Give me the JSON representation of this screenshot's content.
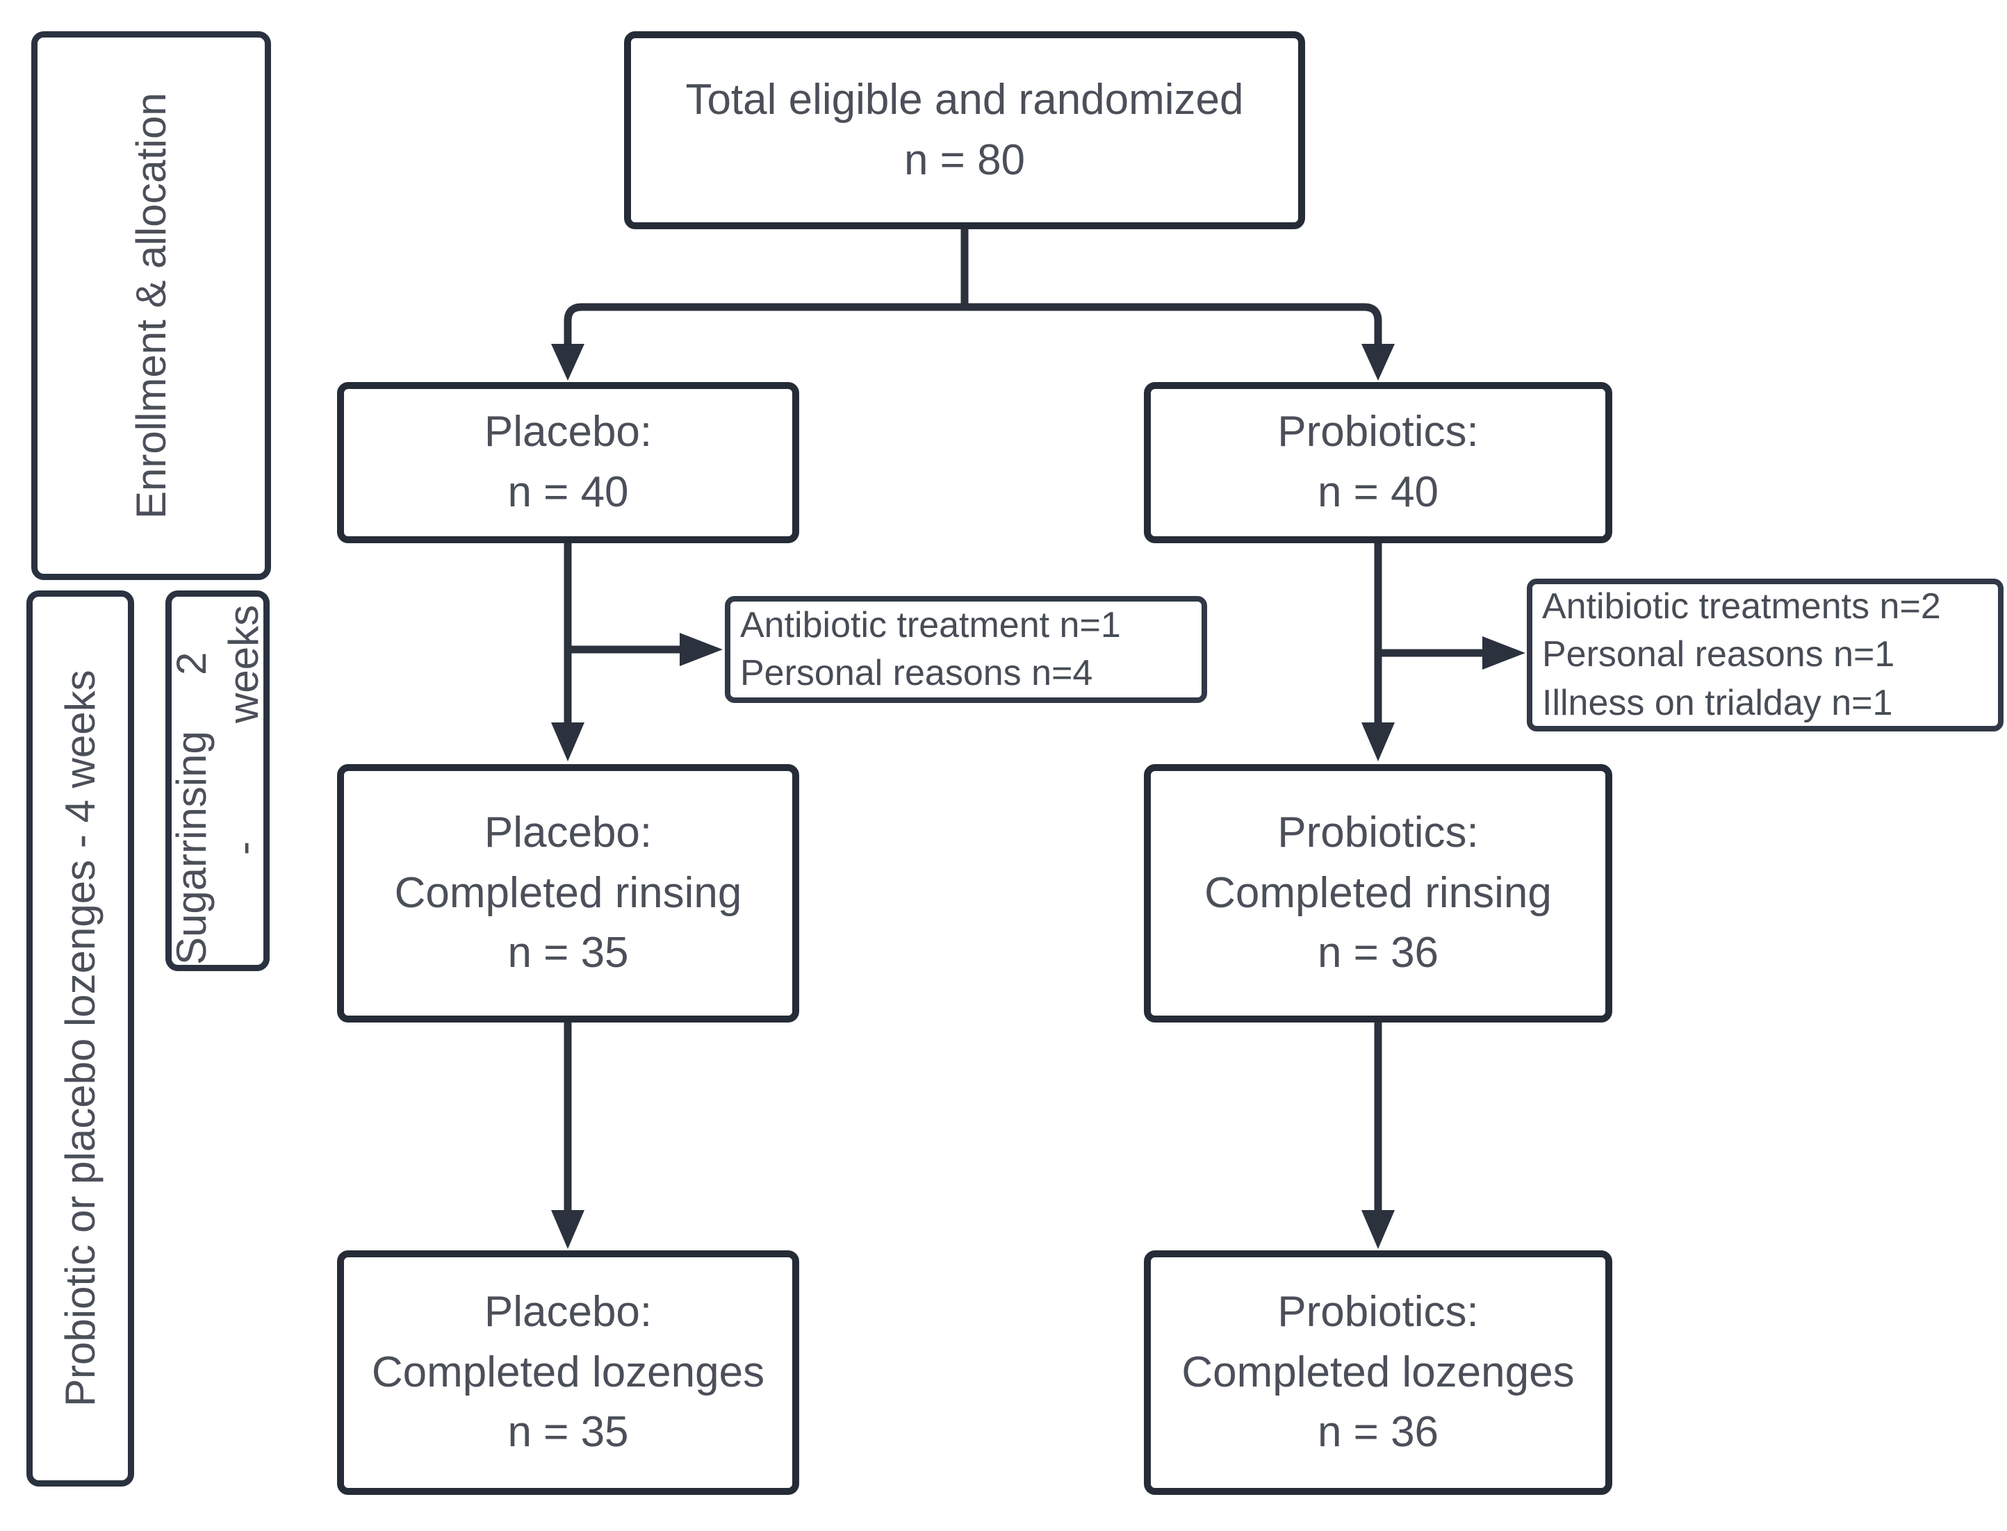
{
  "colors": {
    "background": "#ffffff",
    "border": "#252c37",
    "line": "#2b323e",
    "text": "#4b4f59"
  },
  "stages": {
    "enrollment": "Enrollment & allocation",
    "lozenges": "Probiotic or placebo lozenges - 4 weeks",
    "sugarrinsing": {
      "l1": "Sugarrinsing -",
      "l2": "2 weeks"
    }
  },
  "boxes": {
    "total": {
      "l1": "Total eligible and randomized",
      "l2": "n = 80"
    },
    "placebo_alloc": {
      "l1": "Placebo:",
      "l2": "n = 40"
    },
    "probiotics_alloc": {
      "l1": "Probiotics:",
      "l2": "n = 40"
    },
    "placebo_rinse": {
      "l1": "Placebo:",
      "l2": "Completed rinsing",
      "l3": "n = 35"
    },
    "probiotics_rinse": {
      "l1": "Probiotics:",
      "l2": "Completed rinsing",
      "l3": "n = 36"
    },
    "placebo_loz": {
      "l1": "Placebo:",
      "l2": "Completed lozenges",
      "l3": "n = 35"
    },
    "probiotics_loz": {
      "l1": "Probiotics:",
      "l2": "Completed lozenges",
      "l3": "n = 36"
    }
  },
  "exclusions": {
    "placebo": {
      "l1": "Antibiotic treatment n=1",
      "l2": "Personal reasons n=4"
    },
    "probiotics": {
      "l1": "Antibiotic treatments n=2",
      "l2": "Personal reasons n=1",
      "l3": "Illness on trialday n=1"
    }
  }
}
